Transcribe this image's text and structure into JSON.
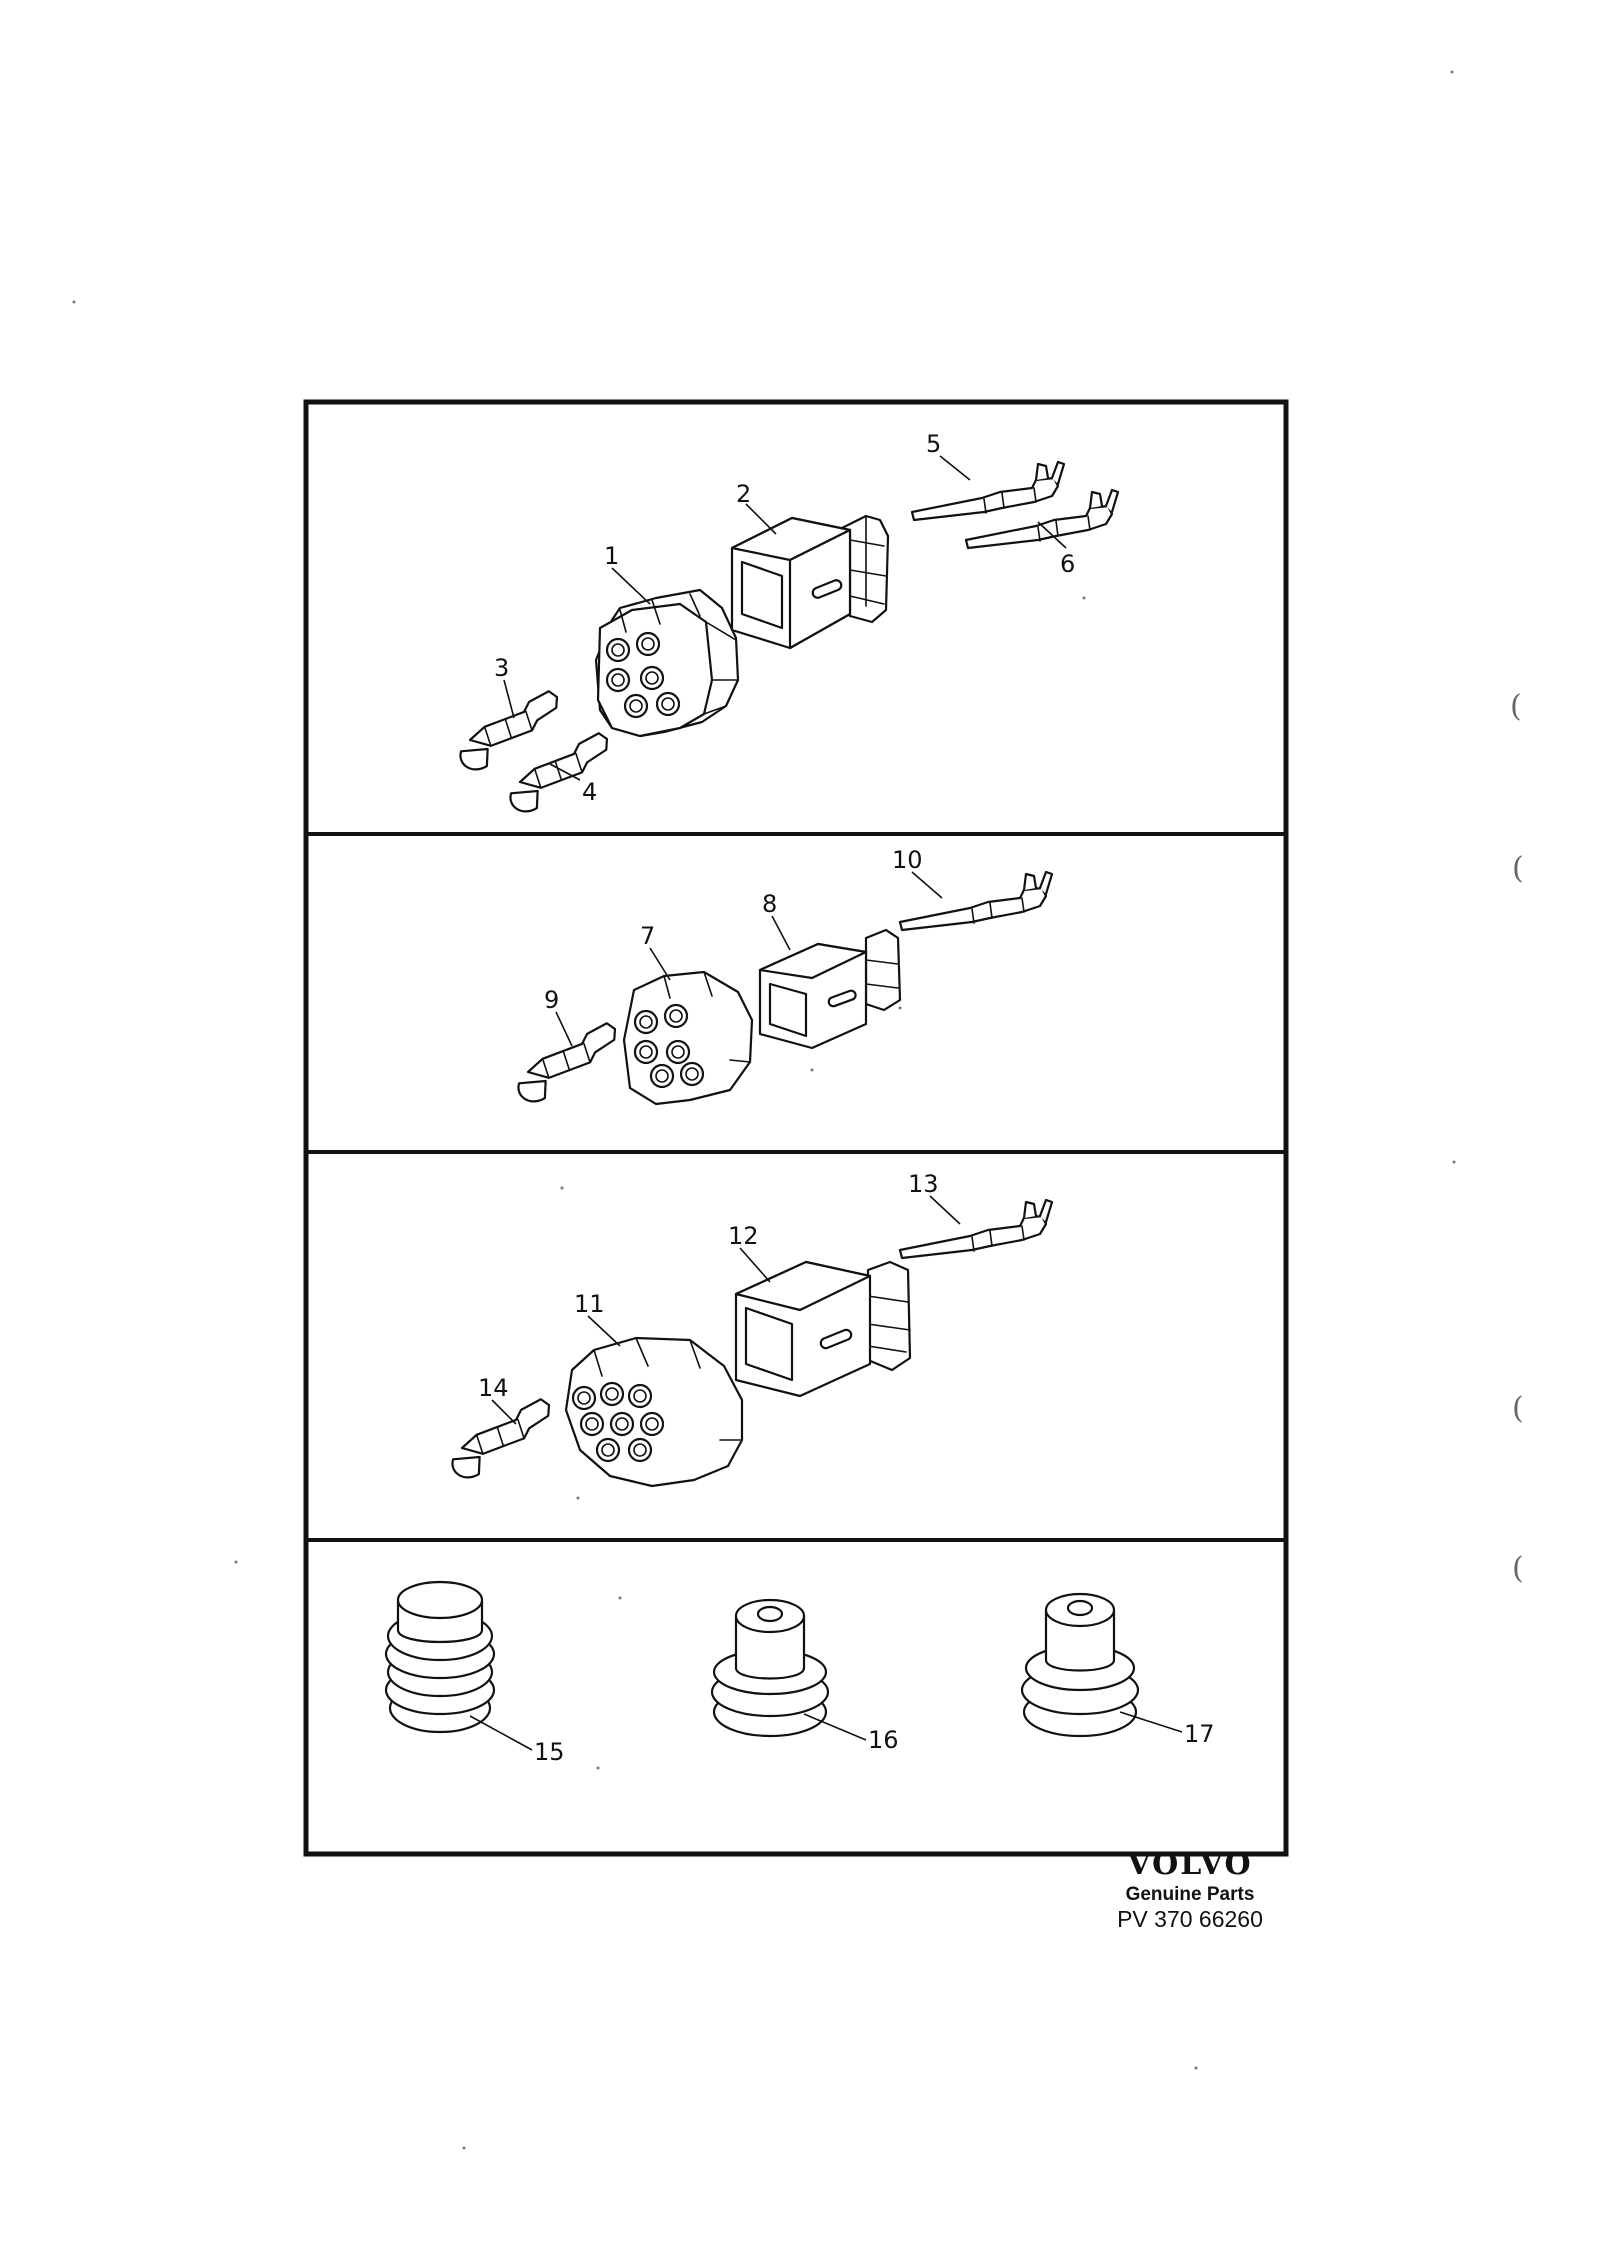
{
  "callouts": [
    "1",
    "2",
    "3",
    "4",
    "5",
    "6",
    "7",
    "8",
    "9",
    "10",
    "11",
    "12",
    "13",
    "14",
    "15",
    "16",
    "17"
  ],
  "margin_marks": [
    "(",
    "(",
    "(",
    "("
  ],
  "brand": {
    "logo": "VOLVO",
    "tagline": "Genuine Parts",
    "part_number": "PV 370 66260"
  },
  "colors": {
    "ink": "#111111",
    "paper": "#ffffff"
  }
}
